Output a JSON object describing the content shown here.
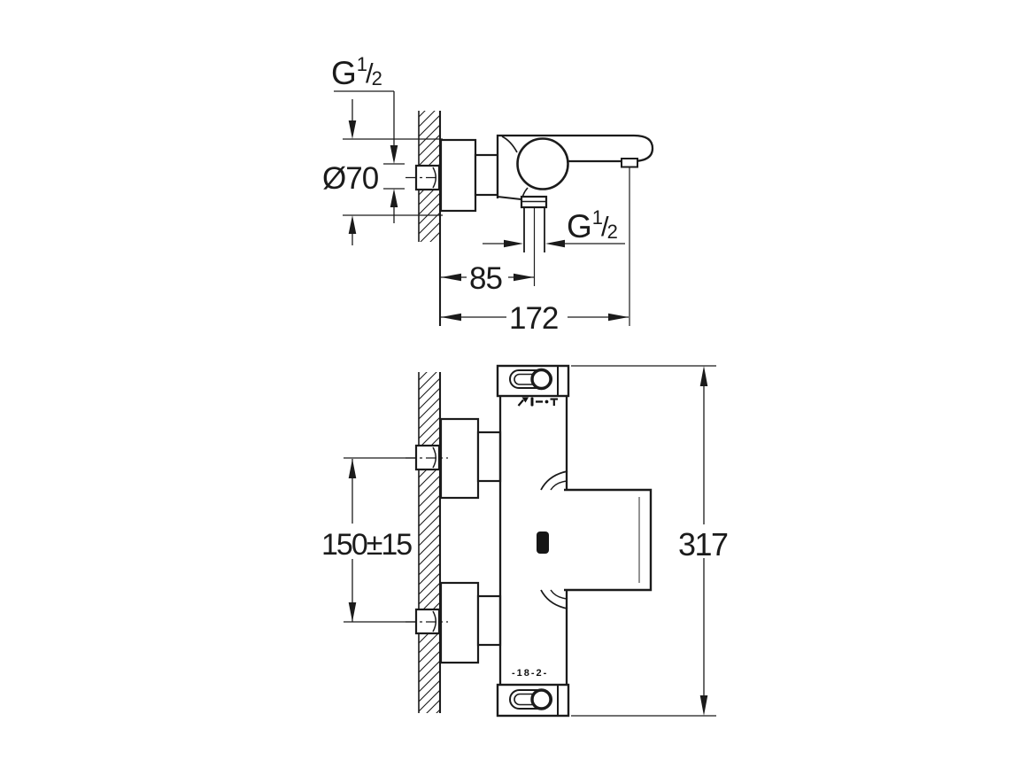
{
  "colors": {
    "ink": "#1b1b1b",
    "background": "#ffffff",
    "inner_edge": "#5a5a5a"
  },
  "side_view": {
    "thread_top": {
      "base": "G",
      "num": "1",
      "slash": "/",
      "den": "2"
    },
    "thread_outlet": {
      "base": "G",
      "num": "1",
      "slash": "/",
      "den": "2"
    },
    "flange_diameter": "Ø70",
    "wall_to_shower_outlet": "85",
    "wall_to_spout_tip": "172"
  },
  "front_view": {
    "inlet_spacing": "150±15",
    "overall_height": "317",
    "scale_marking": "-18-2-"
  },
  "icons": {
    "control_symbols": "shower-bar-dash-dot-spout-icons",
    "logo": "grohe-logo"
  }
}
